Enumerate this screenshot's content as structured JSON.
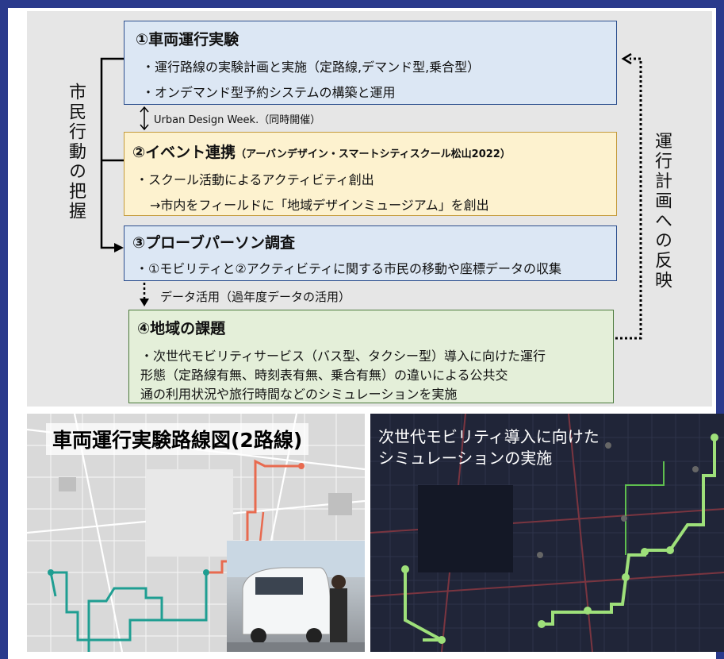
{
  "left_vertical": "市民行動の把握",
  "right_vertical": "運行計画への反映",
  "box1": {
    "title": "①車両運行実験",
    "line1": "・運行路線の実験計画と実施（定路線,デマンド型,乗合型）",
    "line2": "・オンデマンド型予約システムの構築と運用"
  },
  "link1": "Urban Design Week.（同時開催）",
  "box2": {
    "title": "②イベント連携",
    "title_sub": "（アーバンデザイン・スマートシティスクール松山2022）",
    "line1": "・スクール活動によるアクティビティ創出",
    "line2": "→市内をフィールドに「地域デザインミュージアム」を創出"
  },
  "box3": {
    "title": "③プローブパーソン調査",
    "line1": "・①モビリティと②アクティビティに関する市民の移動や座標データの収集"
  },
  "link2": "データ活用（過年度データの活用）",
  "box4": {
    "title": "④地域の課題",
    "line1": "・次世代モビリティサービス（バス型、タクシー型）導入に向けた運行",
    "line2": "形態（定路線有無、時刻表有無、乗合有無）の違いによる公共交",
    "line3": "通の利用状況や旅行時間などのシミュレーションを実施"
  },
  "map_left_title": "車両運行実験路線図(2路線)",
  "map_right_title_1": "次世代モビリティ導入に向けた",
  "map_right_title_2": "シミュレーションの実施",
  "colors": {
    "frame": "#2a3a8c",
    "route_red": "#e86a4f",
    "route_teal": "#1f9e92",
    "sim_green": "#9ee07a"
  }
}
